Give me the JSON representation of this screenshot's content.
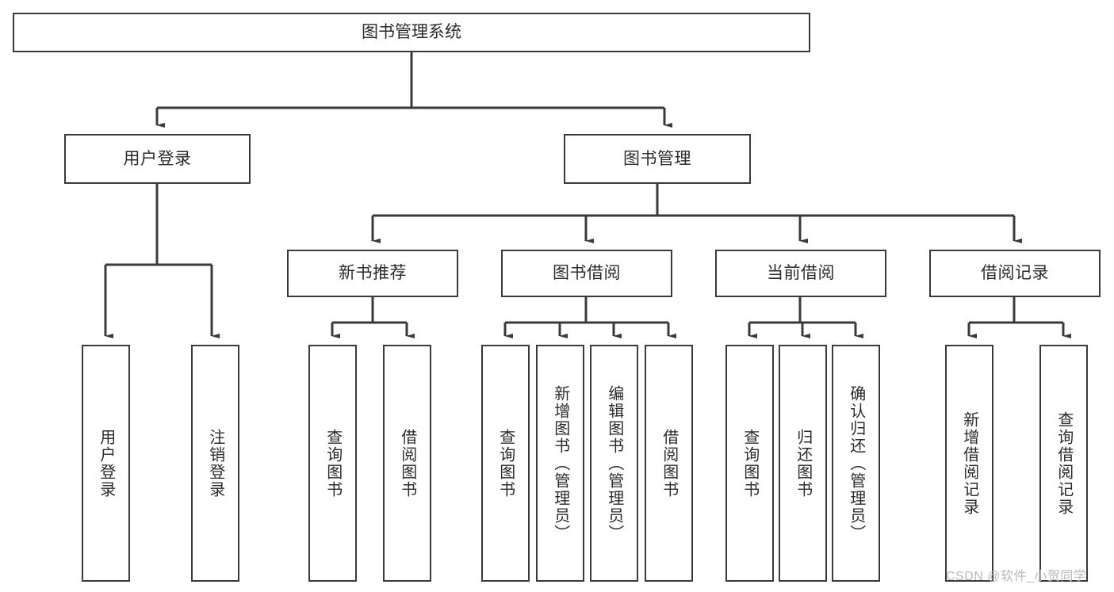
{
  "diagram": {
    "type": "tree",
    "title": "图书管理系统",
    "root": {
      "label": "图书管理系统"
    },
    "level2": [
      {
        "label": "用户登录"
      },
      {
        "label": "图书管理"
      }
    ],
    "level3": [
      {
        "label": "新书推荐"
      },
      {
        "label": "图书借阅"
      },
      {
        "label": "当前借阅"
      },
      {
        "label": "借阅记录"
      }
    ],
    "leaves": {
      "user_login": [
        {
          "label": "用户登录"
        },
        {
          "label": "注销登录"
        }
      ],
      "new_book_recommend": [
        {
          "label": "查询图书"
        },
        {
          "label": "借阅图书"
        }
      ],
      "book_borrow": [
        {
          "label": "查询图书"
        },
        {
          "label": "新增图书（管理员）"
        },
        {
          "label": "编辑图书（管理员）"
        },
        {
          "label": "借阅图书"
        }
      ],
      "current_borrow": [
        {
          "label": "查询图书"
        },
        {
          "label": "归还图书"
        },
        {
          "label": "确认归还（管理员）"
        }
      ],
      "borrow_records": [
        {
          "label": "新增借阅记录"
        },
        {
          "label": "查询借阅记录"
        }
      ]
    }
  },
  "watermark": {
    "text": "CSDN @软件_小贺同学"
  },
  "colors": {
    "stroke": "#3a3a3a",
    "text": "#2b2b2b",
    "background": "#ffffff",
    "watermark": "#b9b9b9"
  }
}
